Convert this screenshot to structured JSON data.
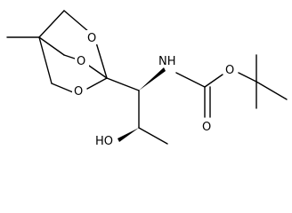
{
  "molecule": {
    "atoms": {
      "o_top": "O",
      "o_mid": "O",
      "o_left": "O",
      "nh": "NH",
      "o_carbonyl": "O",
      "o_ester": "O",
      "ho": "HO"
    }
  },
  "colors": {
    "bond": "#000000",
    "label": "#000000",
    "background": "#ffffff"
  }
}
